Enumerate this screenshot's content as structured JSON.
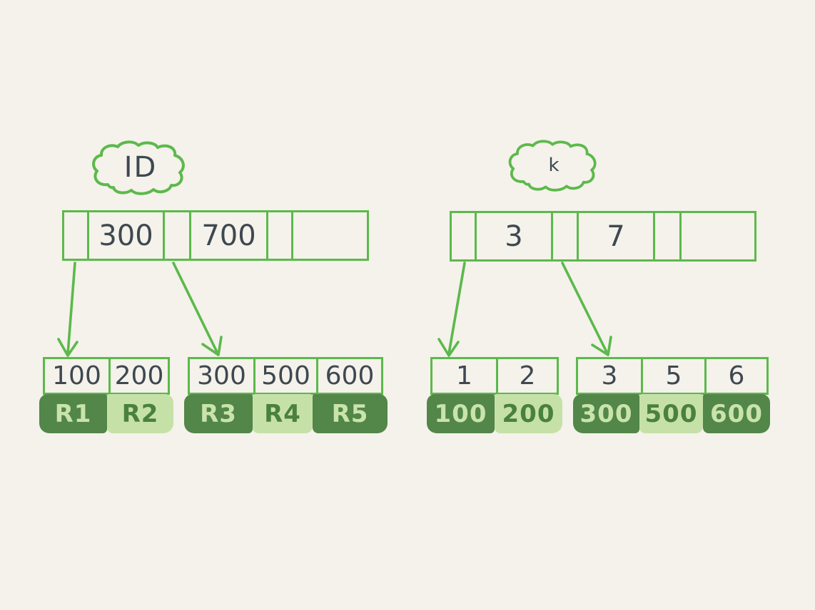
{
  "colors": {
    "bg": "#f4f2eb",
    "line_green": "#5cb94b",
    "ink_dark": "#3e4850",
    "cell_dark_green": "#538649",
    "cell_light_green": "#c6e1a8",
    "text_on_dark": "#c9e4ab",
    "text_on_light": "#4a8040"
  },
  "left_tree": {
    "cloud_label": "ID",
    "root_cells": [
      "",
      "300",
      "",
      "700",
      "",
      ""
    ],
    "leaves": [
      {
        "keys": [
          "100",
          "200"
        ],
        "values": [
          {
            "text": "R1",
            "tone": "dark"
          },
          {
            "text": "R2",
            "tone": "light"
          }
        ]
      },
      {
        "keys": [
          "300",
          "500",
          "600"
        ],
        "values": [
          {
            "text": "R3",
            "tone": "dark"
          },
          {
            "text": "R4",
            "tone": "light"
          },
          {
            "text": "R5",
            "tone": "dark"
          }
        ]
      }
    ]
  },
  "right_tree": {
    "cloud_label": "k",
    "root_cells": [
      "",
      "3",
      "",
      "7",
      "",
      ""
    ],
    "leaves": [
      {
        "keys": [
          "1",
          "2"
        ],
        "values": [
          {
            "text": "100",
            "tone": "dark"
          },
          {
            "text": "200",
            "tone": "light"
          }
        ]
      },
      {
        "keys": [
          "3",
          "5",
          "6"
        ],
        "values": [
          {
            "text": "300",
            "tone": "dark"
          },
          {
            "text": "500",
            "tone": "light"
          },
          {
            "text": "600",
            "tone": "dark"
          }
        ]
      }
    ]
  }
}
